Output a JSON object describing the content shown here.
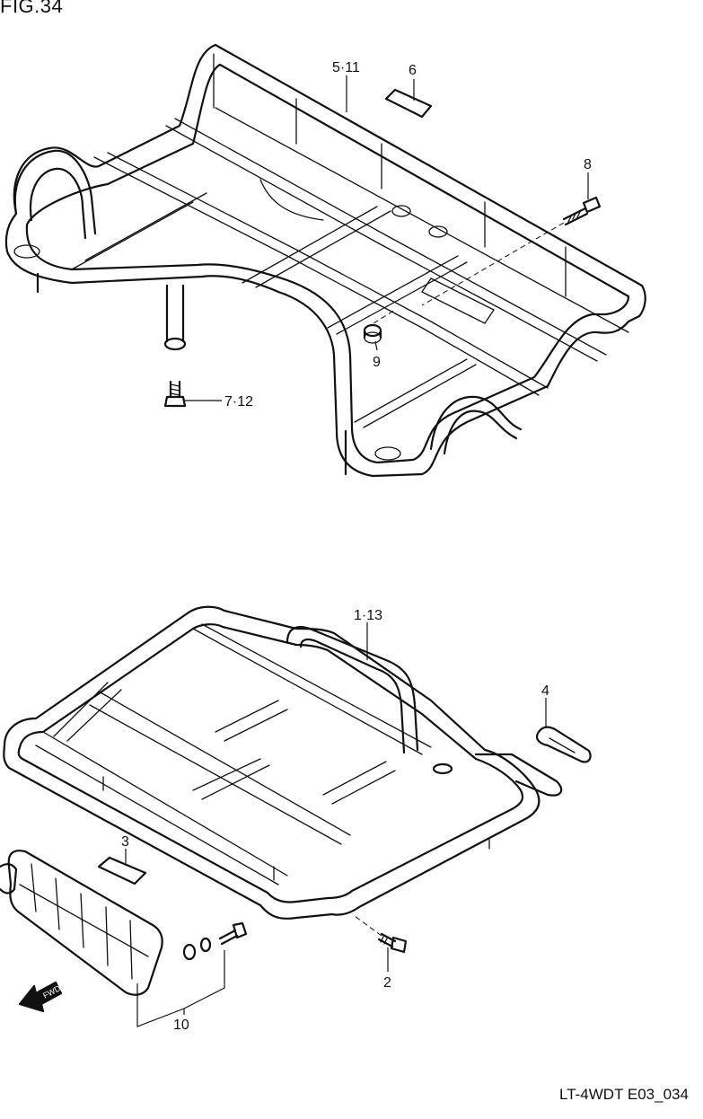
{
  "figure": {
    "title": "FIG.34",
    "code": "LT-4WDT E03_034"
  },
  "callouts": {
    "p5_11": "5·11",
    "p6": "6",
    "p8": "8",
    "p9": "9",
    "p7_12": "7·12",
    "p1_13": "1·13",
    "p4": "4",
    "p3": "3",
    "p2": "2",
    "p10": "10"
  },
  "direction_arrow": {
    "label": "FWD"
  }
}
